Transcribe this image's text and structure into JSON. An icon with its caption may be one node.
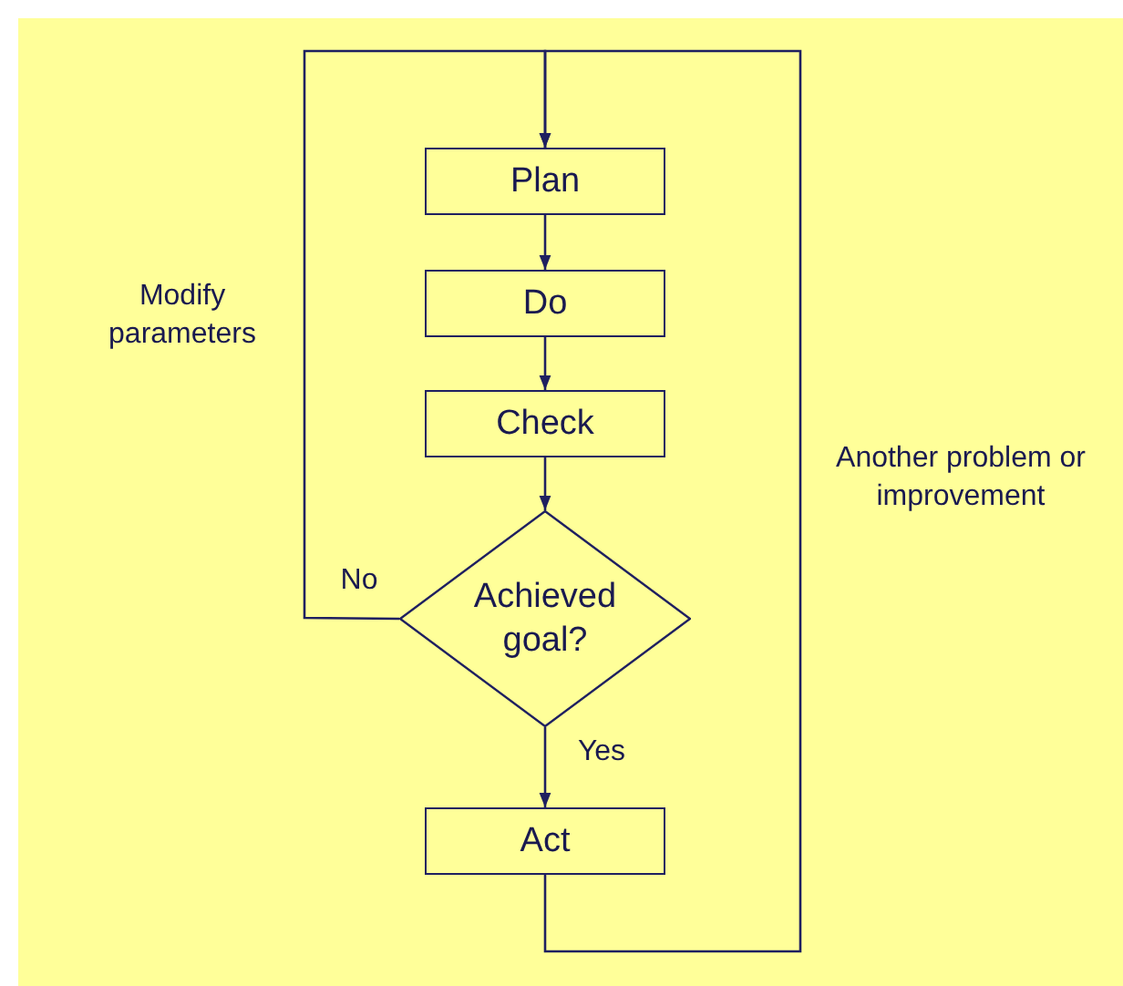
{
  "diagram": {
    "nodes": [
      {
        "text": [
          "Plan"
        ]
      },
      {
        "text": [
          "Do"
        ]
      },
      {
        "text": [
          "Check"
        ]
      },
      {
        "text": [
          "Achieved goal?"
        ]
      },
      {
        "text": [
          "Act"
        ]
      }
    ],
    "edges": [
      {
        "from": 0,
        "to": 1,
        "arrow": "to"
      },
      {
        "from": 1,
        "to": 2,
        "arrow": "to"
      },
      {
        "from": 2,
        "to": 3,
        "arrow": "to"
      },
      {
        "from": 3,
        "to": 4,
        "arrow": "to",
        "label": "Yes"
      },
      {
        "from": 3,
        "to": 0,
        "arrow": "to",
        "label": "No"
      },
      {
        "from": 4,
        "to": 0,
        "arrow": "to",
        "label": "Another problem or improvement"
      }
    ],
    "labels": [
      "Modify parameters"
    ]
  }
}
